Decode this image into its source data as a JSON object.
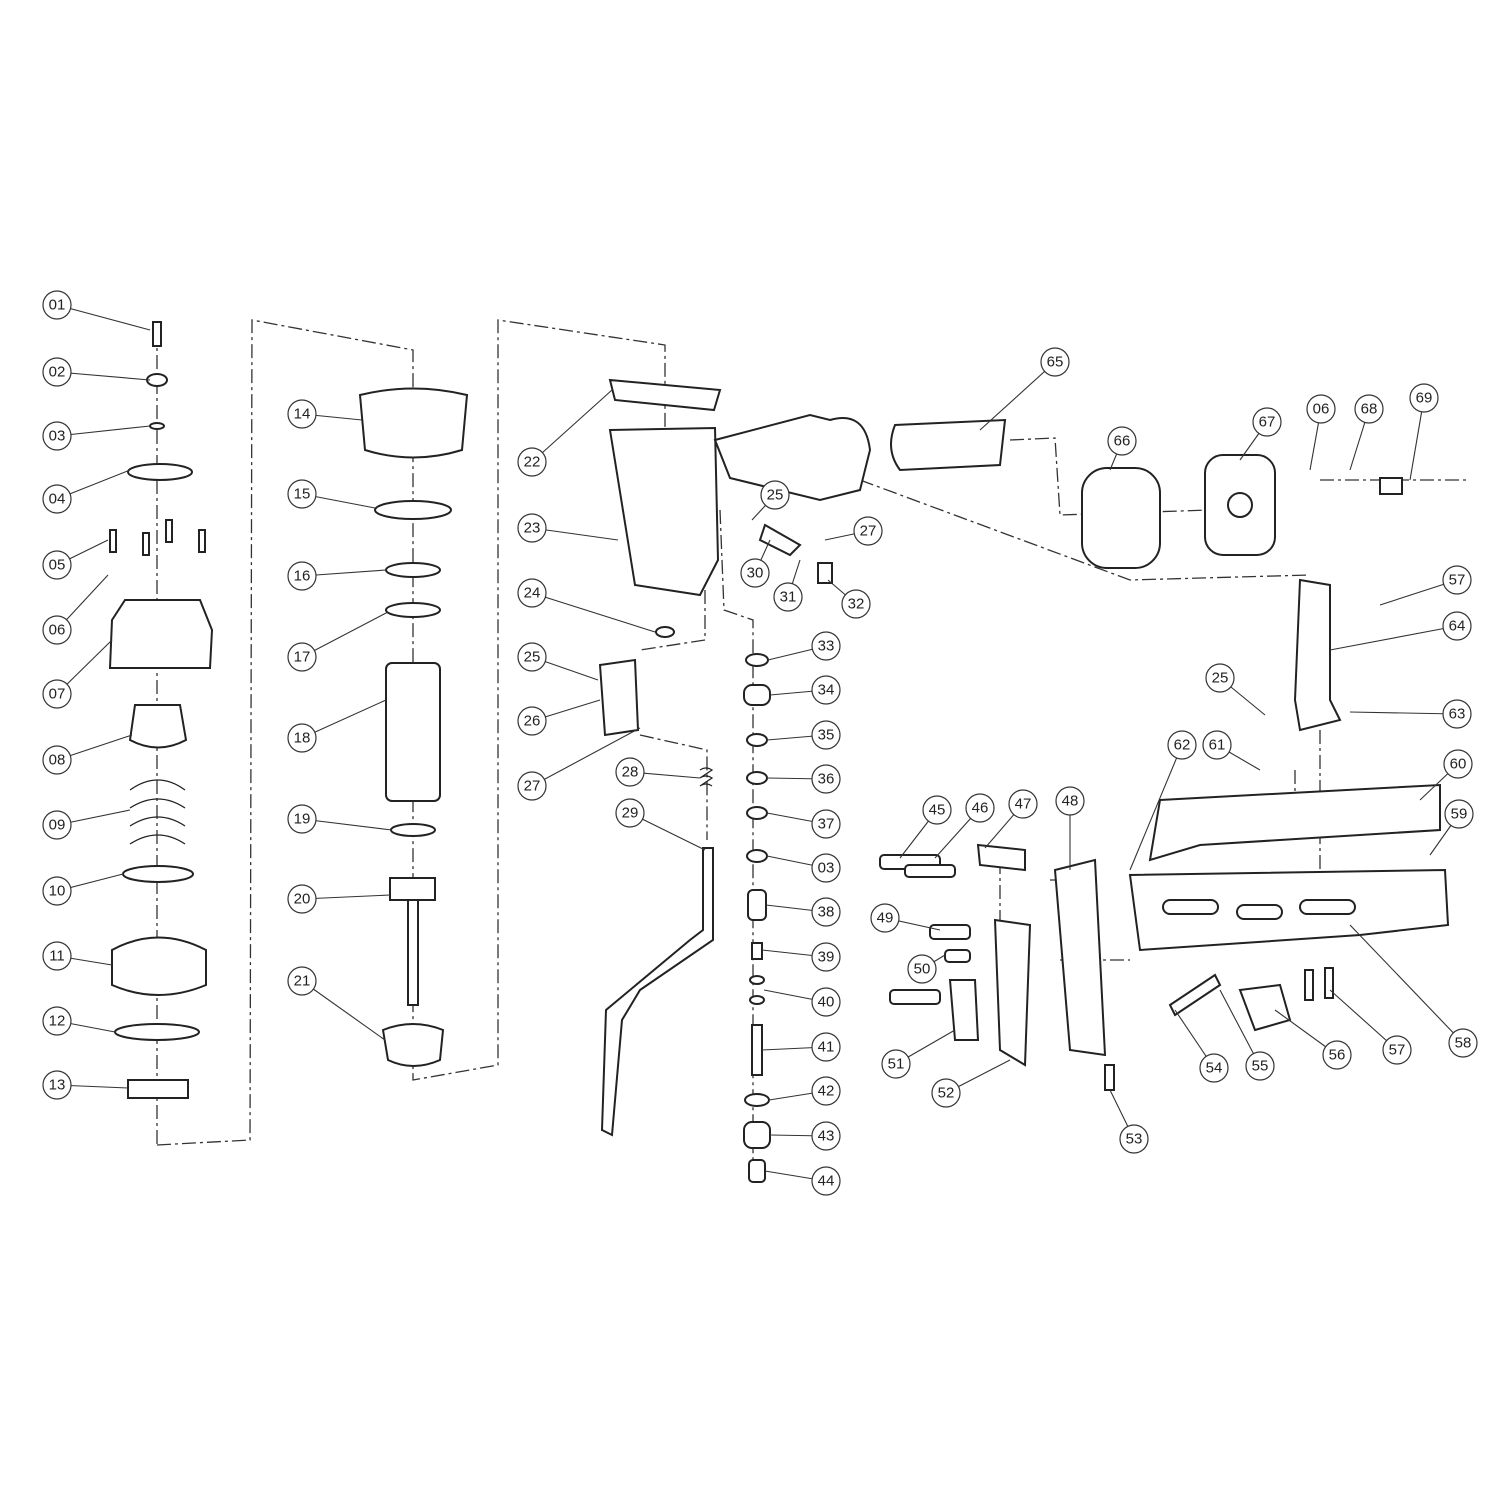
{
  "diagram": {
    "type": "exploded-parts-diagram",
    "callouts": [
      "01",
      "02",
      "03",
      "04",
      "05",
      "06",
      "07",
      "08",
      "09",
      "10",
      "11",
      "12",
      "13",
      "14",
      "15",
      "16",
      "17",
      "18",
      "19",
      "20",
      "21",
      "22",
      "23",
      "24",
      "25",
      "26",
      "27",
      "25",
      "27",
      "30",
      "31",
      "32",
      "28",
      "29",
      "33",
      "34",
      "35",
      "36",
      "37",
      "03",
      "38",
      "39",
      "40",
      "41",
      "42",
      "43",
      "44",
      "65",
      "66",
      "67",
      "06",
      "68",
      "69",
      "57",
      "64",
      "25",
      "63",
      "62",
      "61",
      "60",
      "59",
      "45",
      "46",
      "47",
      "48",
      "49",
      "50",
      "51",
      "52",
      "53",
      "54",
      "55",
      "56",
      "57",
      "58"
    ]
  }
}
